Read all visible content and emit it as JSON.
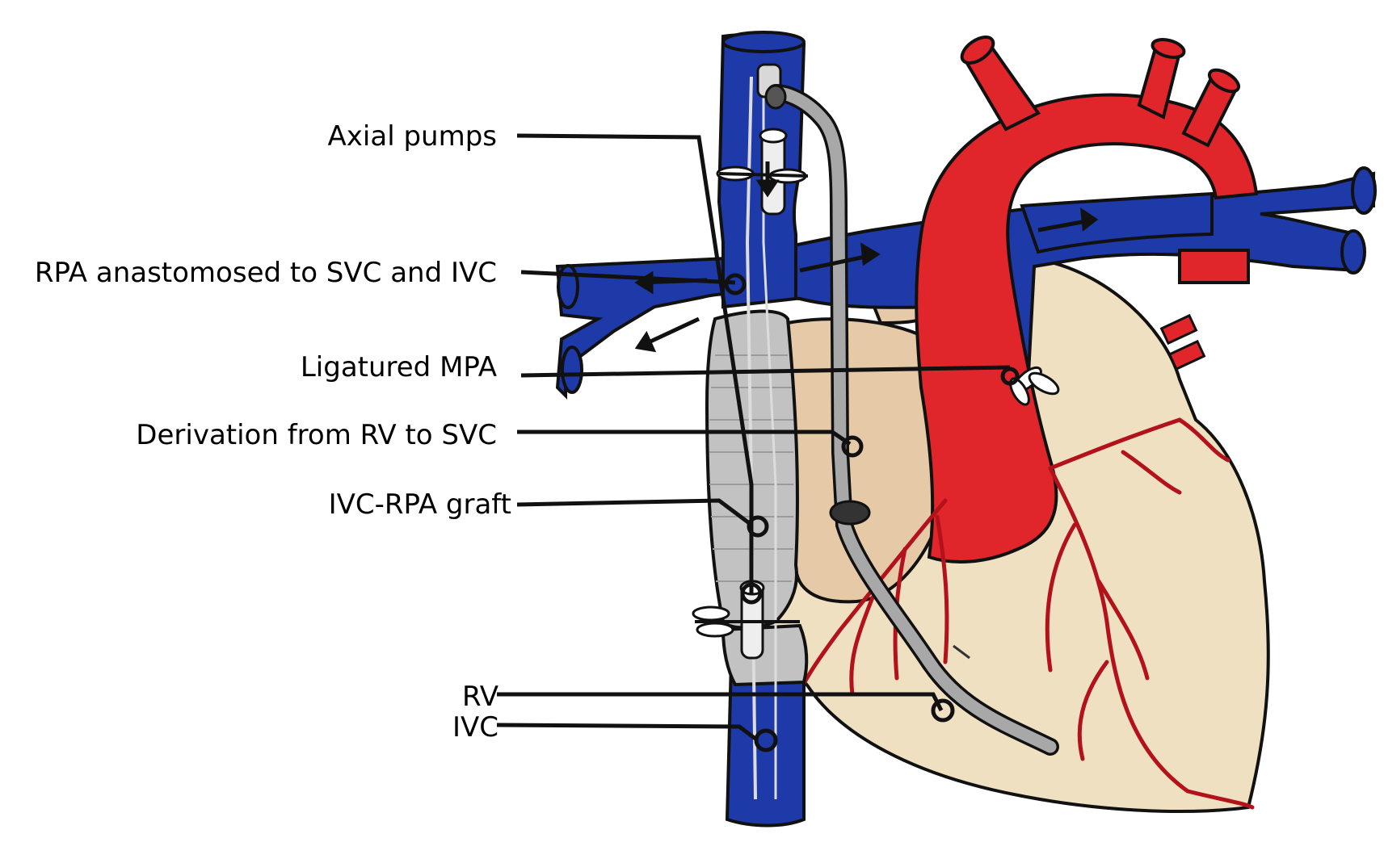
{
  "labels": {
    "axial_pumps": "Axial pumps",
    "rpa_anastomosed": "RPA anastomosed to SVC and IVC",
    "ligatured_mpa": "Ligatured MPA",
    "derivation": "Derivation from RV to SVC",
    "graft": "IVC-RPA graft",
    "rv": "RV",
    "ivc": "IVC"
  },
  "colors": {
    "vein_blue": "#1d3aa8",
    "artery_red": "#e0262b",
    "heart_beige": "#efe0c2",
    "atrium_tan": "#e6caa8",
    "graft_gray": "#bdbdbd",
    "tube_gray": "#a8a8a8",
    "outline": "#111111"
  }
}
